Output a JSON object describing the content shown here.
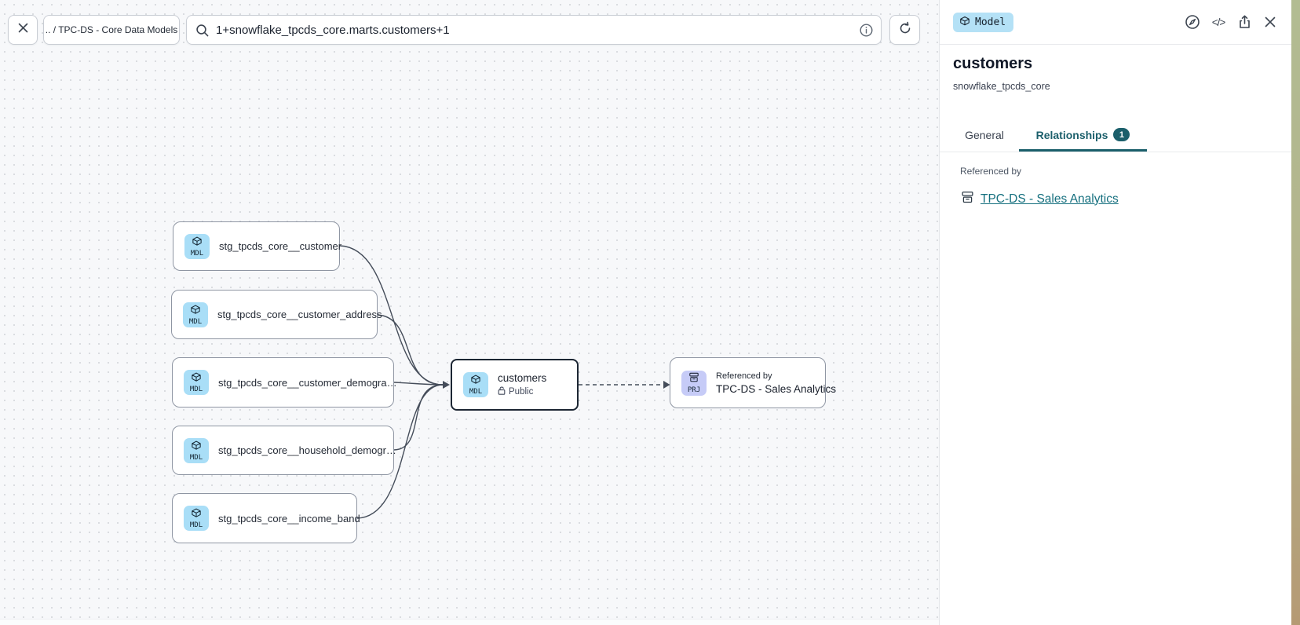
{
  "toolbar": {
    "breadcrumb": ".. / TPC-DS - Core Data Models",
    "search_value": "1+snowflake_tpcds_core.marts.customers+1"
  },
  "panel": {
    "type_badge": "Model",
    "title": "customers",
    "subtitle": "snowflake_tpcds_core",
    "tabs": [
      {
        "label": "General",
        "active": false
      },
      {
        "label": "Relationships",
        "active": true,
        "badge": "1"
      }
    ],
    "section_label": "Referenced by",
    "reference_link": "TPC-DS - Sales Analytics"
  },
  "graph": {
    "upstream_nodes": [
      {
        "label": "stg_tpcds_core__customer",
        "icon_label": "MDL"
      },
      {
        "label": "stg_tpcds_core__customer_address",
        "icon_label": "MDL"
      },
      {
        "label": "stg_tpcds_core__customer_demogra…",
        "icon_label": "MDL"
      },
      {
        "label": "stg_tpcds_core__household_demogr…",
        "icon_label": "MDL"
      },
      {
        "label": "stg_tpcds_core__income_band",
        "icon_label": "MDL"
      }
    ],
    "selected_node": {
      "label": "customers",
      "visibility": "Public",
      "icon_label": "MDL"
    },
    "reference_node": {
      "kicker": "Referenced by",
      "label": "TPC-DS - Sales Analytics",
      "icon_label": "PRJ"
    }
  },
  "icons": {
    "toolbar": [
      "close-icon",
      "search-icon",
      "info-icon",
      "refresh-icon"
    ],
    "panel_header": [
      "cube-icon",
      "compass-icon",
      "code-icon",
      "share-icon",
      "close-icon"
    ],
    "nodes": [
      "cube-icon",
      "archive-box-icon",
      "lock-open-icon"
    ]
  },
  "colors": {
    "accent": "#1b5f6b",
    "link": "#16707f",
    "badge_bg": "#b4e1f6",
    "mdl_tile": "#a9def7",
    "prj_tile": "#c6cbf7",
    "selected_border": "#1c2633",
    "canvas_bg": "#f7f8fa",
    "edge_stroke": "#454d5a"
  }
}
